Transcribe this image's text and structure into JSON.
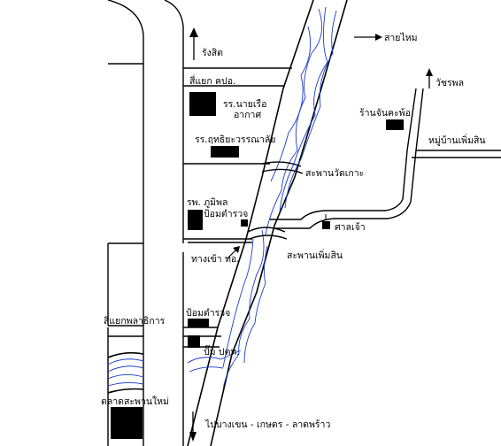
{
  "labels": {
    "rangsit": "รังสิต",
    "sai_mai": "สายไหม",
    "wacharaphon": "วัชรพล",
    "intersection_cpor": "สี่แยก คปอ.",
    "school_air_force": "รร.นายเรือ\nอากาศ",
    "school_udom": "รร.ฤทธิยะวรรณาลัย",
    "shop_jantaphor": "ร้านจันคะพ้อ",
    "village_phermsin": "หมู่บ้านเพิ่มสิน",
    "bridge_wat_kho": "สะพานวัดเกาะ",
    "hospital_bhumibol": "รพ. ภูมิพล",
    "police_box_1": "ป้อมตำรวจ",
    "shrine": "ศาลเจ้า",
    "bridge_phermsin": "สะพานเพิ่มสิน",
    "entrance_to": "ทางเข้า ทอ.",
    "intersection_palachakorn": "สี่แยกพลาธิการ",
    "police_box_2": "ป้อมตำรวจ",
    "gas_ptt": "ปั๊ม ปตท.",
    "market_saphan_mai": "ตลาดสะพานใหม่",
    "to_bangkhen": "ไปบางเขน - เกษตร - ลาดพร้าว"
  },
  "icons": {
    "north_arrow": "arrow-up-icon",
    "sai_mai_arrow": "arrow-right-icon",
    "wacharaphon_arrow": "arrow-up-icon",
    "shrine_arrow": "arrow-up-icon",
    "entrance_arrow": "arrow-up-right-icon",
    "south_arrow": "arrow-down-icon"
  },
  "colors": {
    "canal": "#1a3cc8",
    "road": "#000000",
    "building": "#000000"
  }
}
